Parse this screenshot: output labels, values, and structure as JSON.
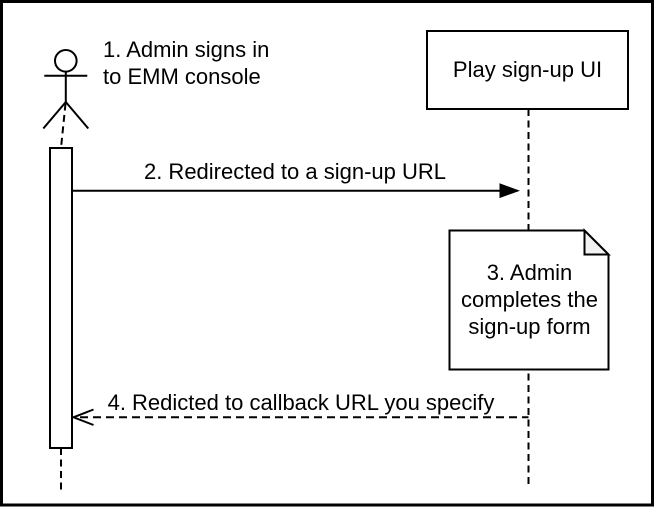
{
  "diagram": {
    "kind": "uml-sequence-diagram",
    "colors": {
      "stroke": "#000000",
      "background": "#ffffff",
      "note_fold_fill": "#f2f2f2"
    },
    "actor": {
      "label_line1": "1. Admin signs in",
      "label_line2": "to EMM console"
    },
    "participant": {
      "label": "Play sign-up UI"
    },
    "message_2": {
      "label": "2. Redirected to a sign-up URL"
    },
    "note_3": {
      "line1": "3. Admin",
      "line2": "completes the",
      "line3": "sign-up form"
    },
    "message_4": {
      "label": "4. Redicted to callback URL you specify"
    }
  }
}
